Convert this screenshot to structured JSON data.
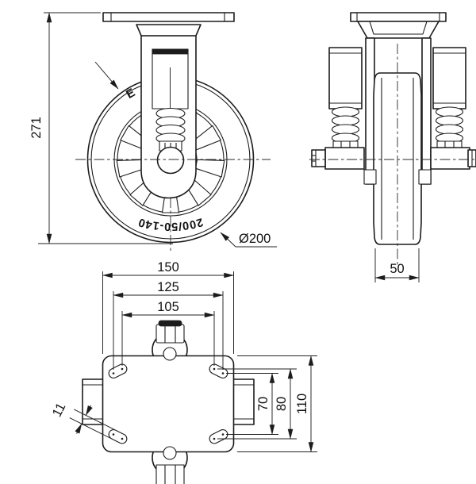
{
  "drawing": {
    "front_view": {
      "height": "271",
      "diameter": "Ø200",
      "tire_marking": "200/50-140",
      "brand_letter": "E"
    },
    "side_view": {
      "width": "50"
    },
    "plan_view": {
      "plate_width": "150",
      "hole_span_outer": "125",
      "hole_span_inner": "105",
      "hole_pitch_inner": "70",
      "hole_pitch_outer": "80",
      "plate_depth": "110",
      "slot_width": "11"
    }
  }
}
